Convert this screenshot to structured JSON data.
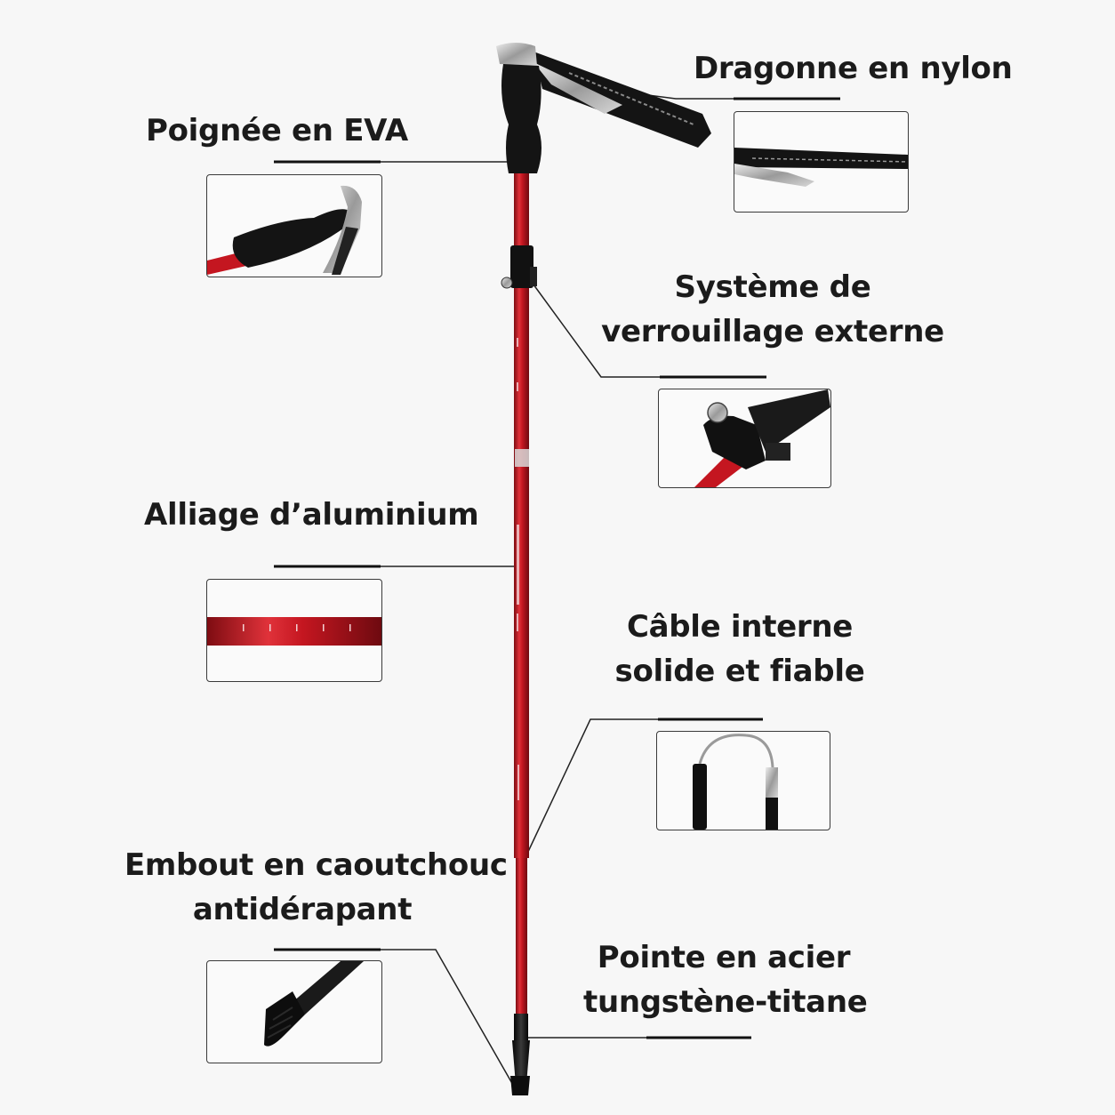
{
  "labels": {
    "strap": "Dragonne en nylon",
    "grip": "Poignée en EVA",
    "lock_line1": "Système de",
    "lock_line2": "verrouillage externe",
    "alloy": "Alliage d’aluminium",
    "cable_line1": "Câble interne",
    "cable_line2": "solide et fiable",
    "rubber_line1": "Embout en caoutchouc",
    "rubber_line2": "antidérapant",
    "tip_line1": "Pointe en acier",
    "tip_line2": "tungstène-titane"
  },
  "colors": {
    "pole_red": "#c41620",
    "grip_black": "#141414",
    "text": "#1b1b1b",
    "background": "#f7f7f7"
  }
}
